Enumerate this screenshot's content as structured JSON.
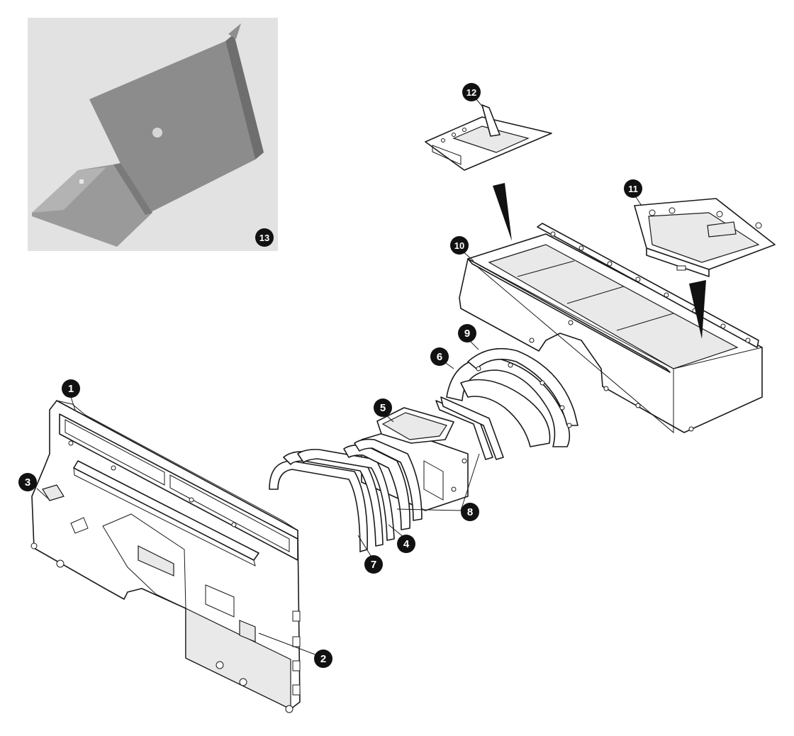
{
  "callouts": [
    {
      "id": "callout-1",
      "label": "1"
    },
    {
      "id": "callout-2",
      "label": "2"
    },
    {
      "id": "callout-3",
      "label": "3"
    },
    {
      "id": "callout-4",
      "label": "4"
    },
    {
      "id": "callout-5",
      "label": "5"
    },
    {
      "id": "callout-6",
      "label": "6"
    },
    {
      "id": "callout-7",
      "label": "7"
    },
    {
      "id": "callout-8",
      "label": "8"
    },
    {
      "id": "callout-9",
      "label": "9"
    },
    {
      "id": "callout-10",
      "label": "10"
    },
    {
      "id": "callout-11",
      "label": "11"
    },
    {
      "id": "callout-12",
      "label": "12"
    },
    {
      "id": "callout-13",
      "label": "13"
    }
  ],
  "colors": {
    "line": "#1a1a1a",
    "callout_fill": "#111111",
    "photo_background": "#e2e2e2",
    "photo_panel": "#8f8f8f"
  }
}
